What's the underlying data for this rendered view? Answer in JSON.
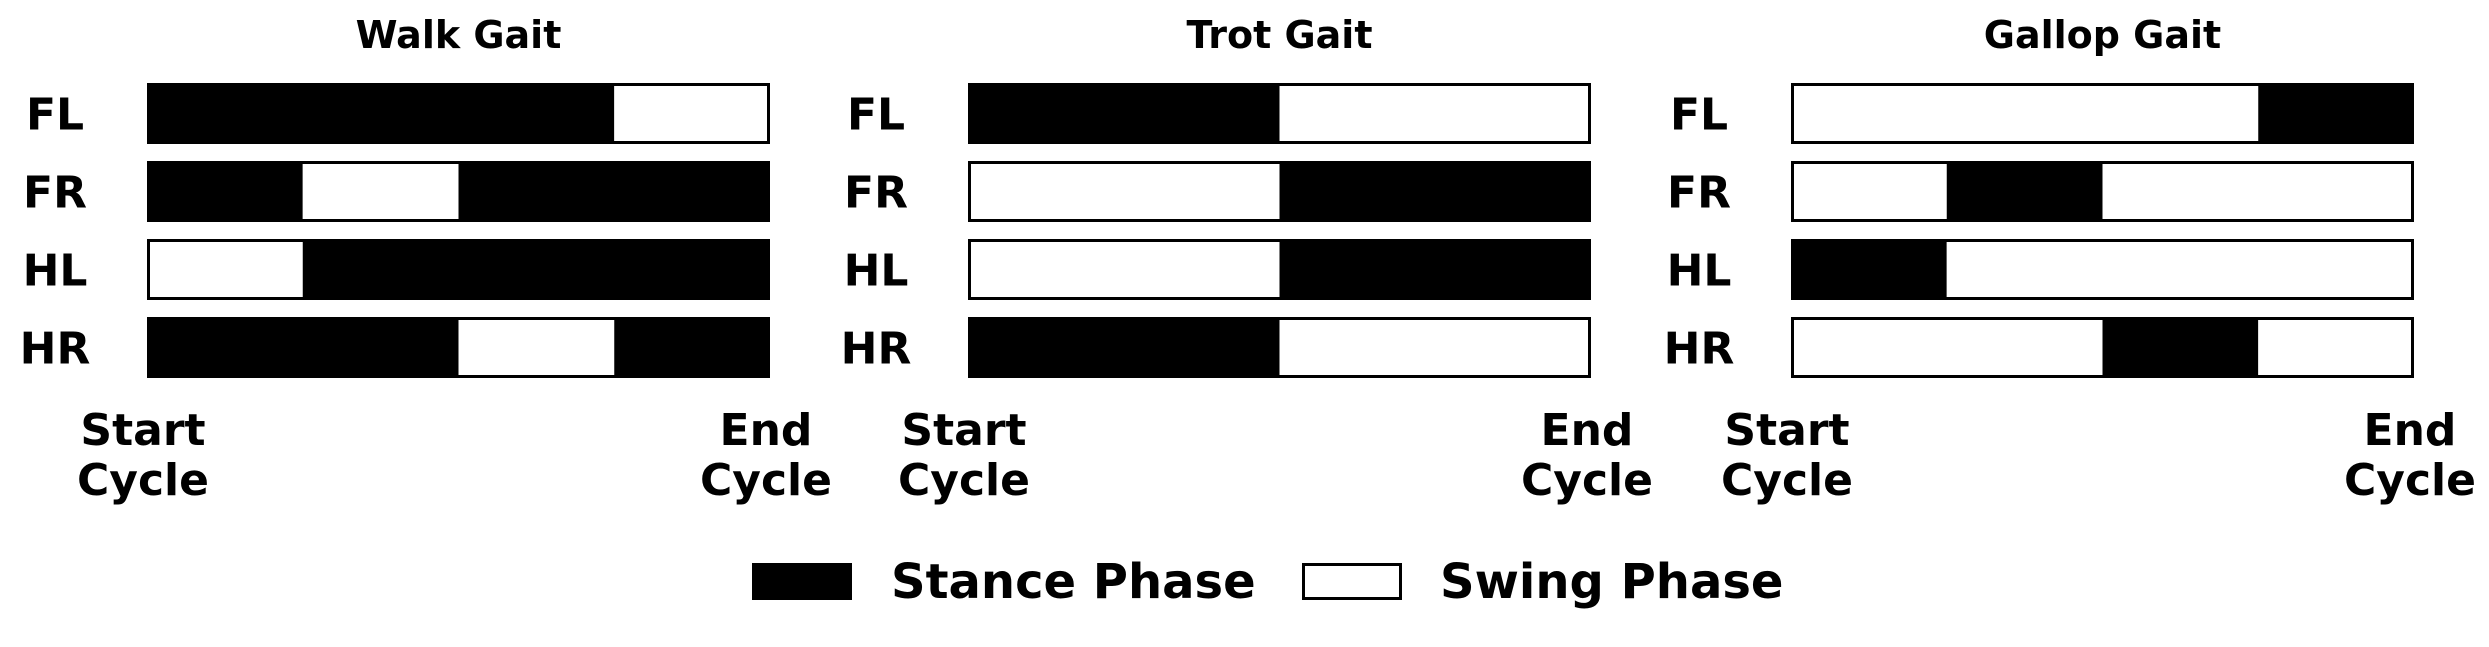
{
  "panels": [
    {
      "title": "Walk Gait",
      "legs": [
        {
          "label": "FL",
          "segments": [
            {
              "phase": "stance",
              "from": 0.0,
              "to": 0.75
            },
            {
              "phase": "swing",
              "from": 0.75,
              "to": 1.0
            }
          ]
        },
        {
          "label": "FR",
          "segments": [
            {
              "phase": "stance",
              "from": 0.0,
              "to": 0.25
            },
            {
              "phase": "swing",
              "from": 0.25,
              "to": 0.5
            },
            {
              "phase": "stance",
              "from": 0.5,
              "to": 1.0
            }
          ]
        },
        {
          "label": "HL",
          "segments": [
            {
              "phase": "swing",
              "from": 0.0,
              "to": 0.25
            },
            {
              "phase": "stance",
              "from": 0.25,
              "to": 1.0
            }
          ]
        },
        {
          "label": "HR",
          "segments": [
            {
              "phase": "stance",
              "from": 0.0,
              "to": 0.5
            },
            {
              "phase": "swing",
              "from": 0.5,
              "to": 0.75
            },
            {
              "phase": "stance",
              "from": 0.75,
              "to": 1.0
            }
          ]
        }
      ],
      "start_label": [
        "Start",
        "Cycle"
      ],
      "end_label": [
        "End",
        "Cycle"
      ]
    },
    {
      "title": "Trot Gait",
      "legs": [
        {
          "label": "FL",
          "segments": [
            {
              "phase": "stance",
              "from": 0.0,
              "to": 0.5
            },
            {
              "phase": "swing",
              "from": 0.5,
              "to": 1.0
            }
          ]
        },
        {
          "label": "FR",
          "segments": [
            {
              "phase": "swing",
              "from": 0.0,
              "to": 0.5
            },
            {
              "phase": "stance",
              "from": 0.5,
              "to": 1.0
            }
          ]
        },
        {
          "label": "HL",
          "segments": [
            {
              "phase": "swing",
              "from": 0.0,
              "to": 0.5
            },
            {
              "phase": "stance",
              "from": 0.5,
              "to": 1.0
            }
          ]
        },
        {
          "label": "HR",
          "segments": [
            {
              "phase": "stance",
              "from": 0.0,
              "to": 0.5
            },
            {
              "phase": "swing",
              "from": 0.5,
              "to": 1.0
            }
          ]
        }
      ],
      "start_label": [
        "Start",
        "Cycle"
      ],
      "end_label": [
        "End",
        "Cycle"
      ]
    },
    {
      "title": "Gallop Gait",
      "legs": [
        {
          "label": "FL",
          "segments": [
            {
              "phase": "swing",
              "from": 0.0,
              "to": 0.75
            },
            {
              "phase": "stance",
              "from": 0.75,
              "to": 1.0
            }
          ]
        },
        {
          "label": "FR",
          "segments": [
            {
              "phase": "swing",
              "from": 0.0,
              "to": 0.25
            },
            {
              "phase": "stance",
              "from": 0.25,
              "to": 0.5
            },
            {
              "phase": "swing",
              "from": 0.5,
              "to": 1.0
            }
          ]
        },
        {
          "label": "HL",
          "segments": [
            {
              "phase": "stance",
              "from": 0.0,
              "to": 0.25
            },
            {
              "phase": "swing",
              "from": 0.25,
              "to": 1.0
            }
          ]
        },
        {
          "label": "HR",
          "segments": [
            {
              "phase": "swing",
              "from": 0.0,
              "to": 0.5
            },
            {
              "phase": "stance",
              "from": 0.5,
              "to": 0.75
            },
            {
              "phase": "swing",
              "from": 0.75,
              "to": 1.0
            }
          ]
        }
      ],
      "start_label": [
        "Start",
        "Cycle"
      ],
      "end_label": [
        "End",
        "Cycle"
      ]
    }
  ],
  "legend": [
    {
      "phase": "stance",
      "label": "Stance Phase"
    },
    {
      "phase": "swing",
      "label": "Swing Phase"
    }
  ],
  "colors": {
    "stance": "#000000",
    "swing": "#ffffff",
    "outline": "#000000"
  }
}
